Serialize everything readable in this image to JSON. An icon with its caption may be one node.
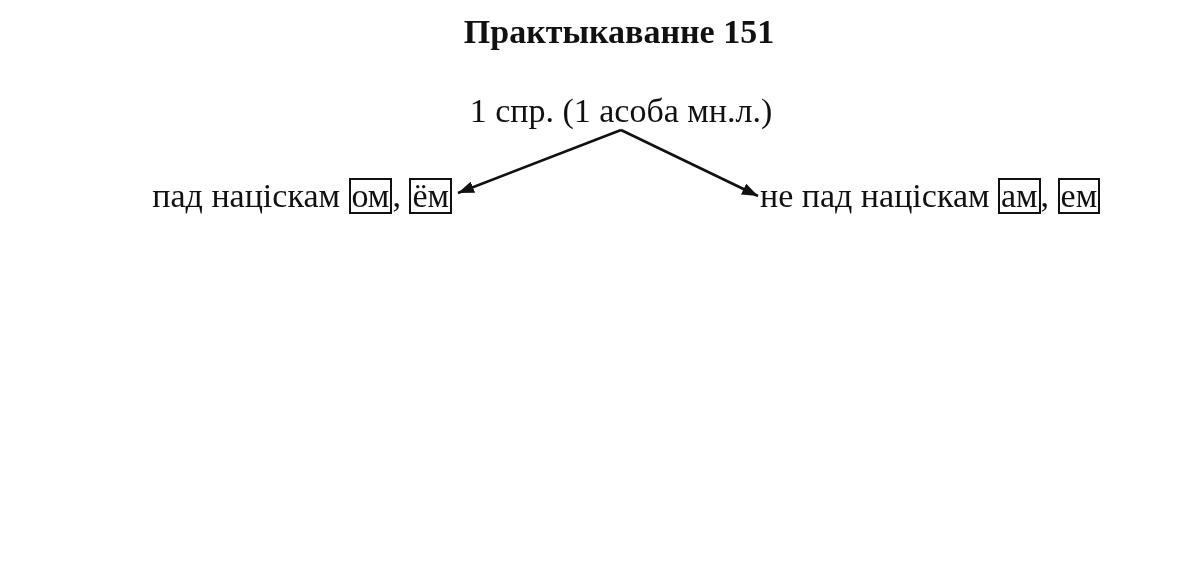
{
  "diagram": {
    "title": "Практыкаванне 151",
    "nodes": [
      {
        "text": [
          "1 спр. (1 асоба мн.л.)"
        ]
      },
      {
        "text": [
          "пад націскам",
          ","
        ]
      },
      {
        "text": [
          "ом"
        ],
        "in": 1
      },
      {
        "text": [
          "ём"
        ],
        "in": 1
      },
      {
        "text": [
          "не пад націскам",
          ","
        ]
      },
      {
        "text": [
          "ам"
        ],
        "in": 4
      },
      {
        "text": [
          "ем"
        ],
        "in": 4
      }
    ],
    "edges": [
      {
        "from": 0,
        "to": 1,
        "arrow": "to"
      },
      {
        "from": 0,
        "to": 4,
        "arrow": "to"
      }
    ]
  }
}
